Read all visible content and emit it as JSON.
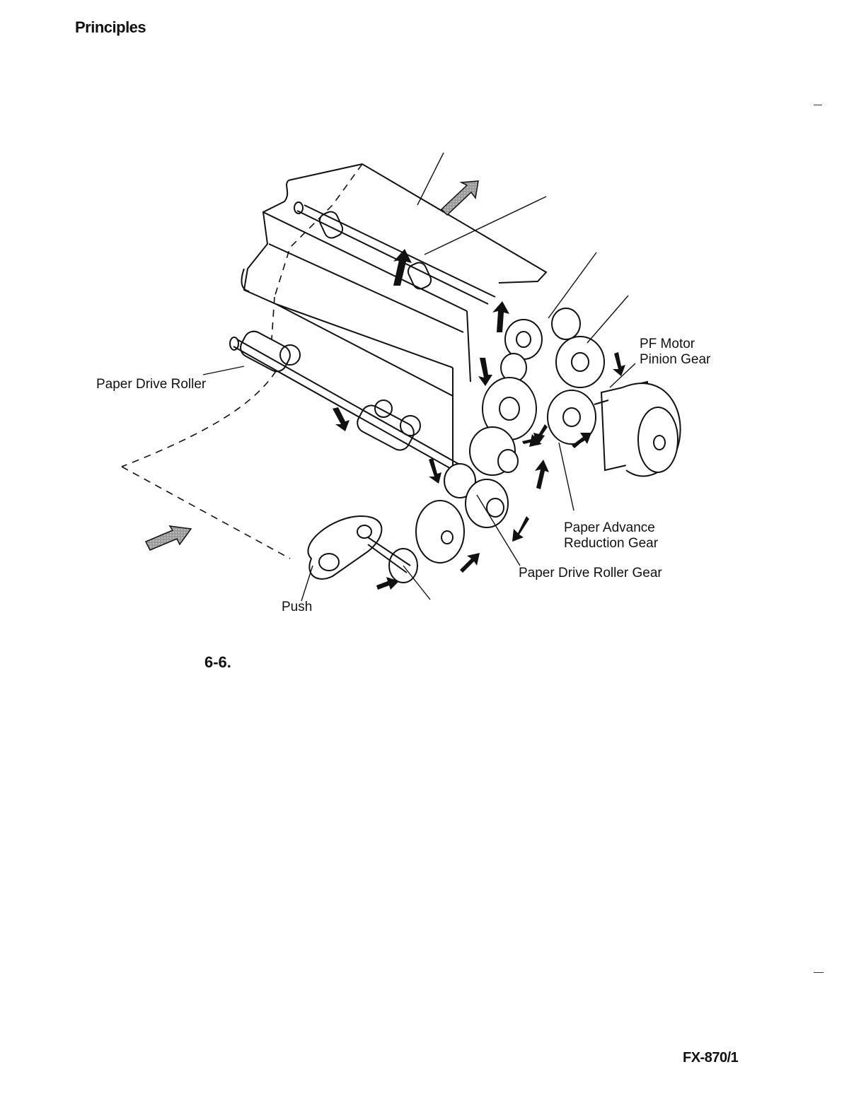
{
  "header": {
    "section": "Principles"
  },
  "figure": {
    "number": "6-6.",
    "labels": {
      "paper_drive_roller": "Paper Drive Roller",
      "pf_motor_line1": "PF Motor",
      "pf_motor_line2": "Pinion Gear",
      "paper_advance_line1": "Paper Advance",
      "paper_advance_line2": "Reduction Gear",
      "paper_drive_roller_gear": "Paper Drive Roller Gear",
      "push": "Push"
    }
  },
  "footer": {
    "model": "FX-870/1"
  }
}
